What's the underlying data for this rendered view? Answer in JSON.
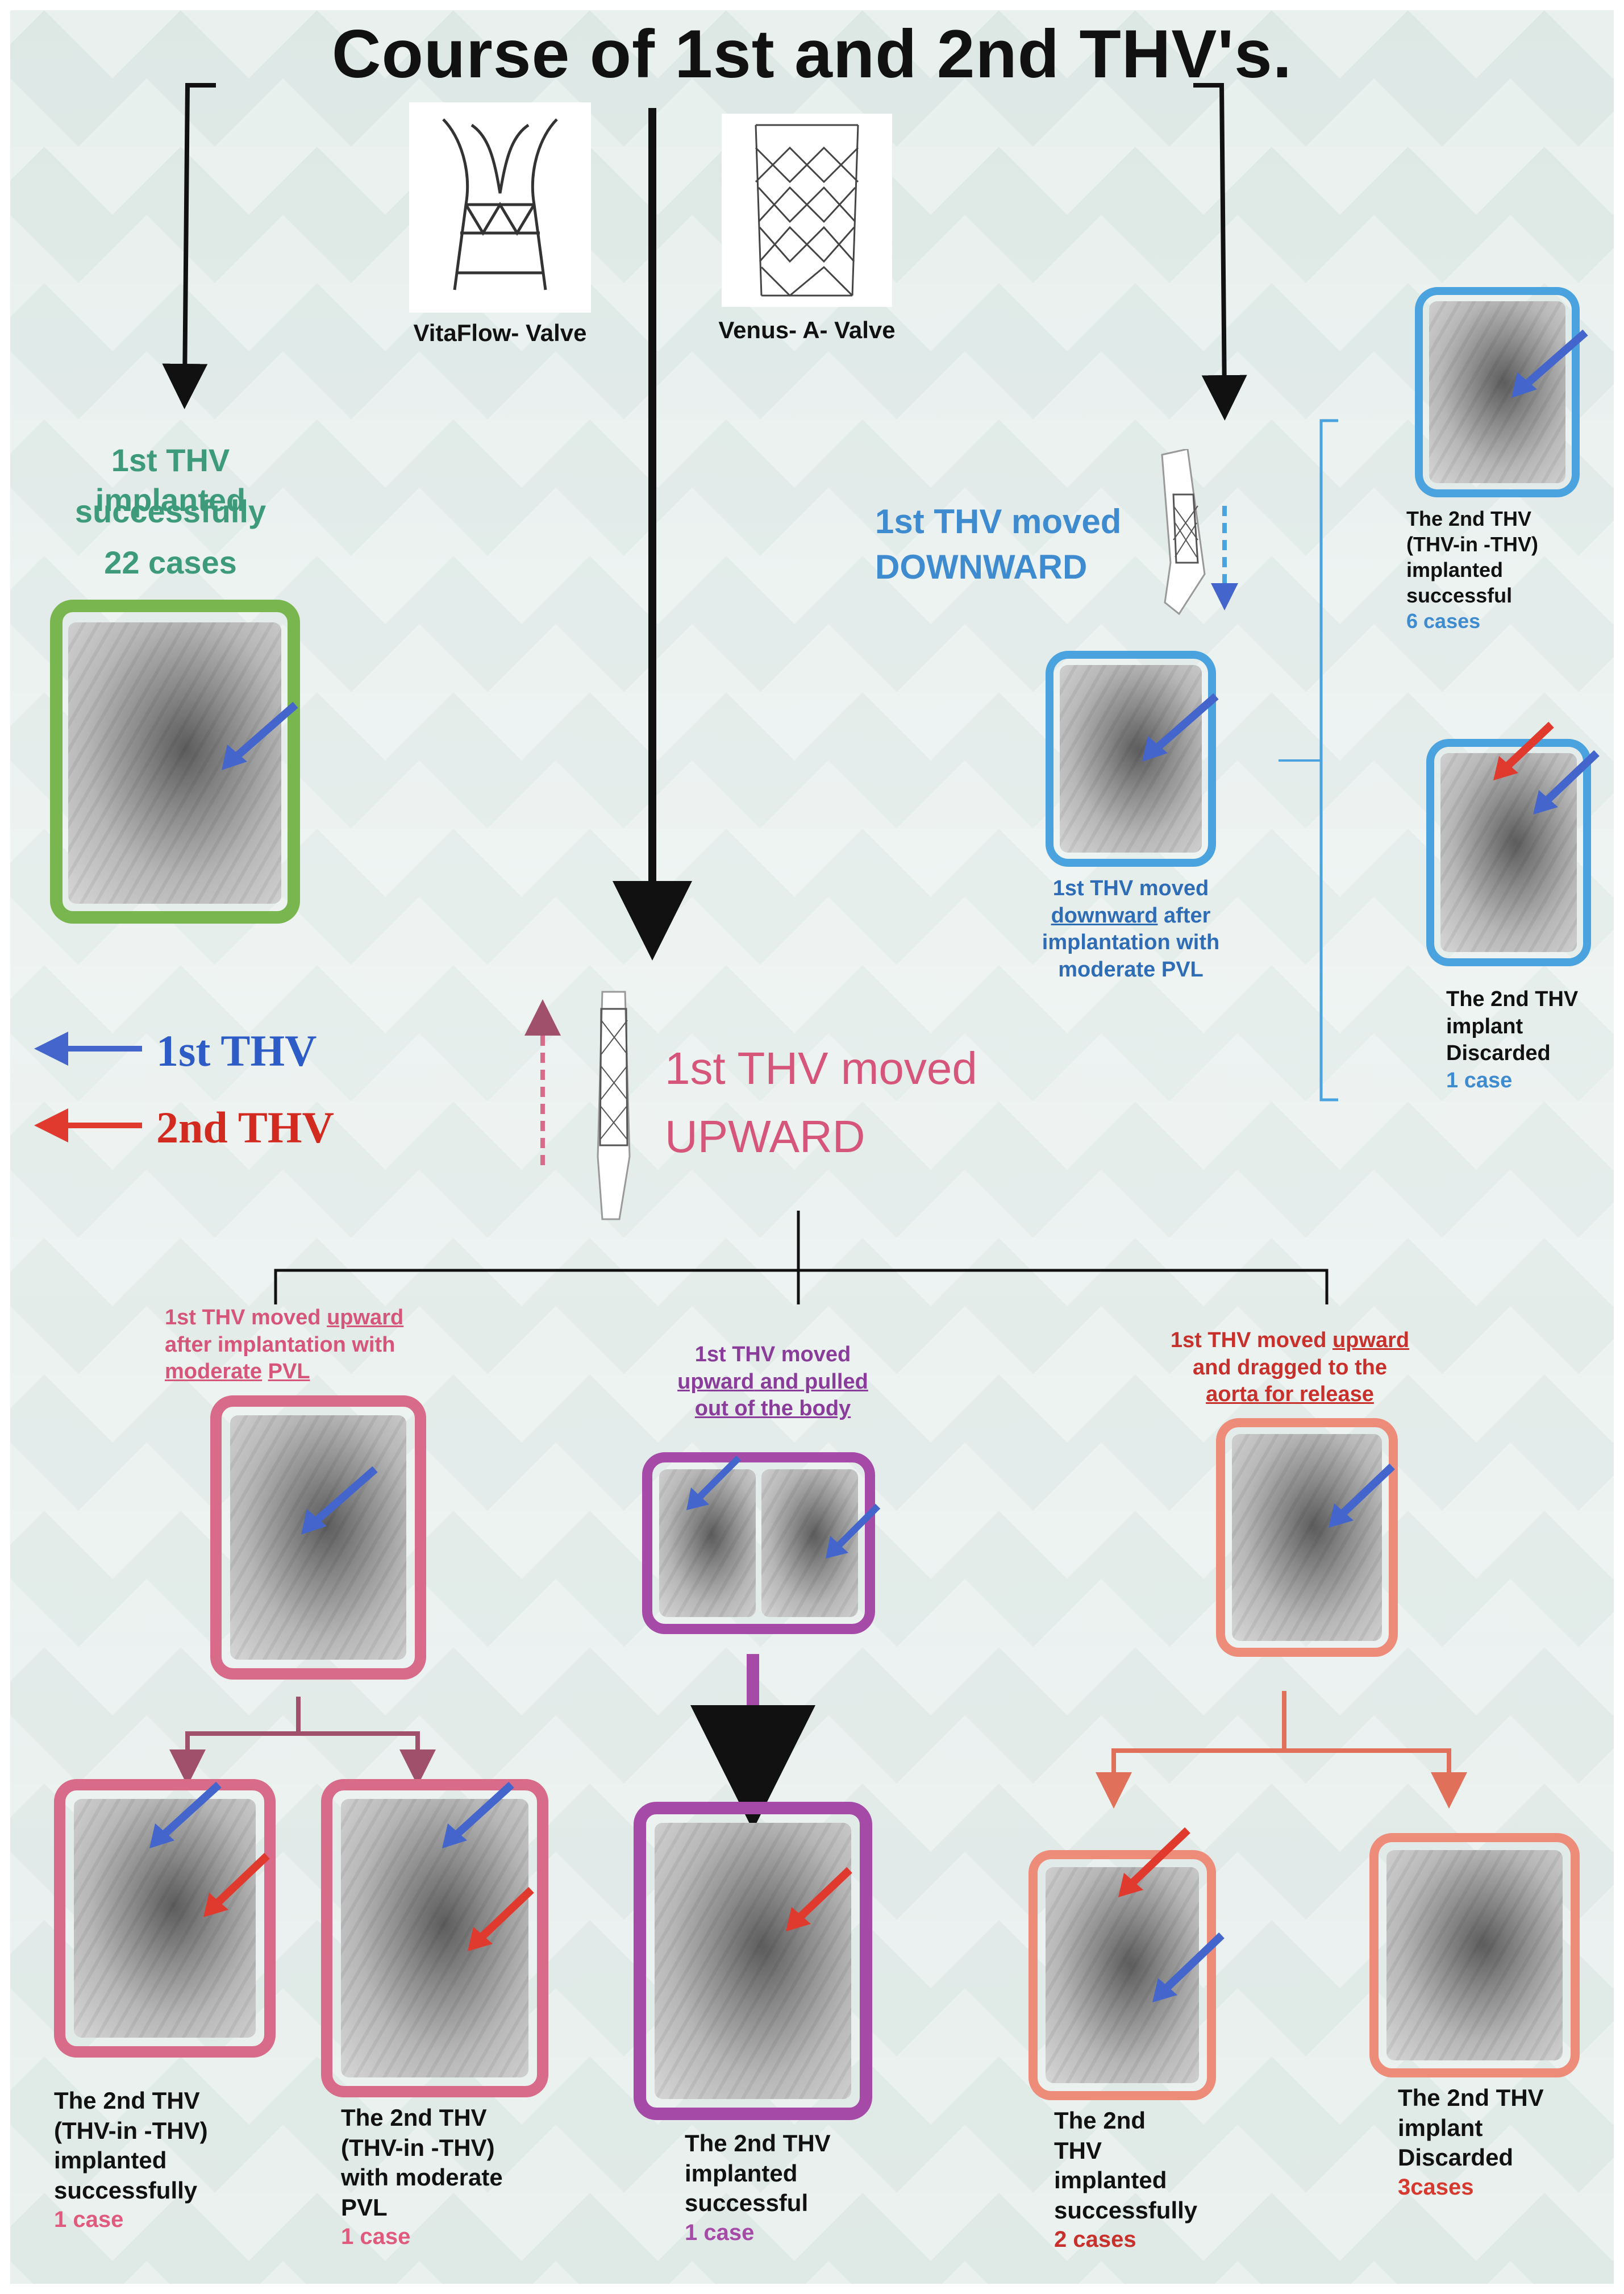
{
  "title": "Course of 1st and 2nd  THV's.",
  "valves": {
    "left_caption": "VitaFlow- Valve",
    "right_caption": "Venus- A- Valve"
  },
  "left_branch": {
    "line1": "1st THV implanted",
    "line2": "successfully",
    "line3": "22 cases"
  },
  "legend": {
    "first": "1st  THV",
    "second": "2nd THV"
  },
  "downward": {
    "heading1": "1st THV moved",
    "heading2": "DOWNWARD",
    "img_caption_1": "1st THV moved",
    "img_caption_2": "downward",
    "img_caption_3": "after",
    "img_caption_4": "implantation with",
    "img_caption_5": "moderate PVL",
    "success": {
      "l1": "The 2nd THV",
      "l2": "(THV-in -THV)",
      "l3": "implanted",
      "l4": "successful",
      "count": "6 cases"
    },
    "discarded": {
      "l1": "The 2nd THV",
      "l2": "implant",
      "l3": "Discarded",
      "count": "1 case"
    }
  },
  "upward": {
    "heading1": "1st THV moved",
    "heading2": "UPWARD",
    "pvl": {
      "l1a": "1st THV moved ",
      "l1b": "upward",
      "l2": "after implantation with",
      "l3a": "moderate",
      "l3b": "PVL"
    },
    "pulled": {
      "l1": "1st THV moved",
      "l2a": "upward",
      "l2b": " and pulled",
      "l3": "out of the body"
    },
    "dragged": {
      "l1a": "1st THV moved ",
      "l1b": "upward",
      "l2": "and dragged to the",
      "l3": "aorta for release"
    }
  },
  "outcomes": [
    {
      "l1": "The 2nd THV",
      "l2": "(THV-in -THV)",
      "l3": "implanted",
      "l4": "successfully",
      "count": "1 case"
    },
    {
      "l1": "The 2nd THV",
      "l2": "(THV-in -THV)",
      "l3": "with moderate",
      "l4": "PVL",
      "count": "1 case"
    },
    {
      "l1": "The 2nd THV",
      "l2": "implanted",
      "l3": "successful",
      "l4": "",
      "count": "1 case"
    },
    {
      "l1": "The 2nd",
      "l2": "THV",
      "l3": "implanted",
      "l4": "successfully",
      "count": "2 cases"
    },
    {
      "l1": "The 2nd THV",
      "l2": "implant",
      "l3": "Discarded",
      "l4": "",
      "count": "3cases"
    }
  ],
  "colors": {
    "green": "#7ab650",
    "blue": "#4aa3de",
    "pink": "#d86b8a",
    "purple": "#a64aa8",
    "salmon": "#ee8c7a",
    "arrow_blue": "#4466cc",
    "arrow_red": "#e03a2f"
  }
}
